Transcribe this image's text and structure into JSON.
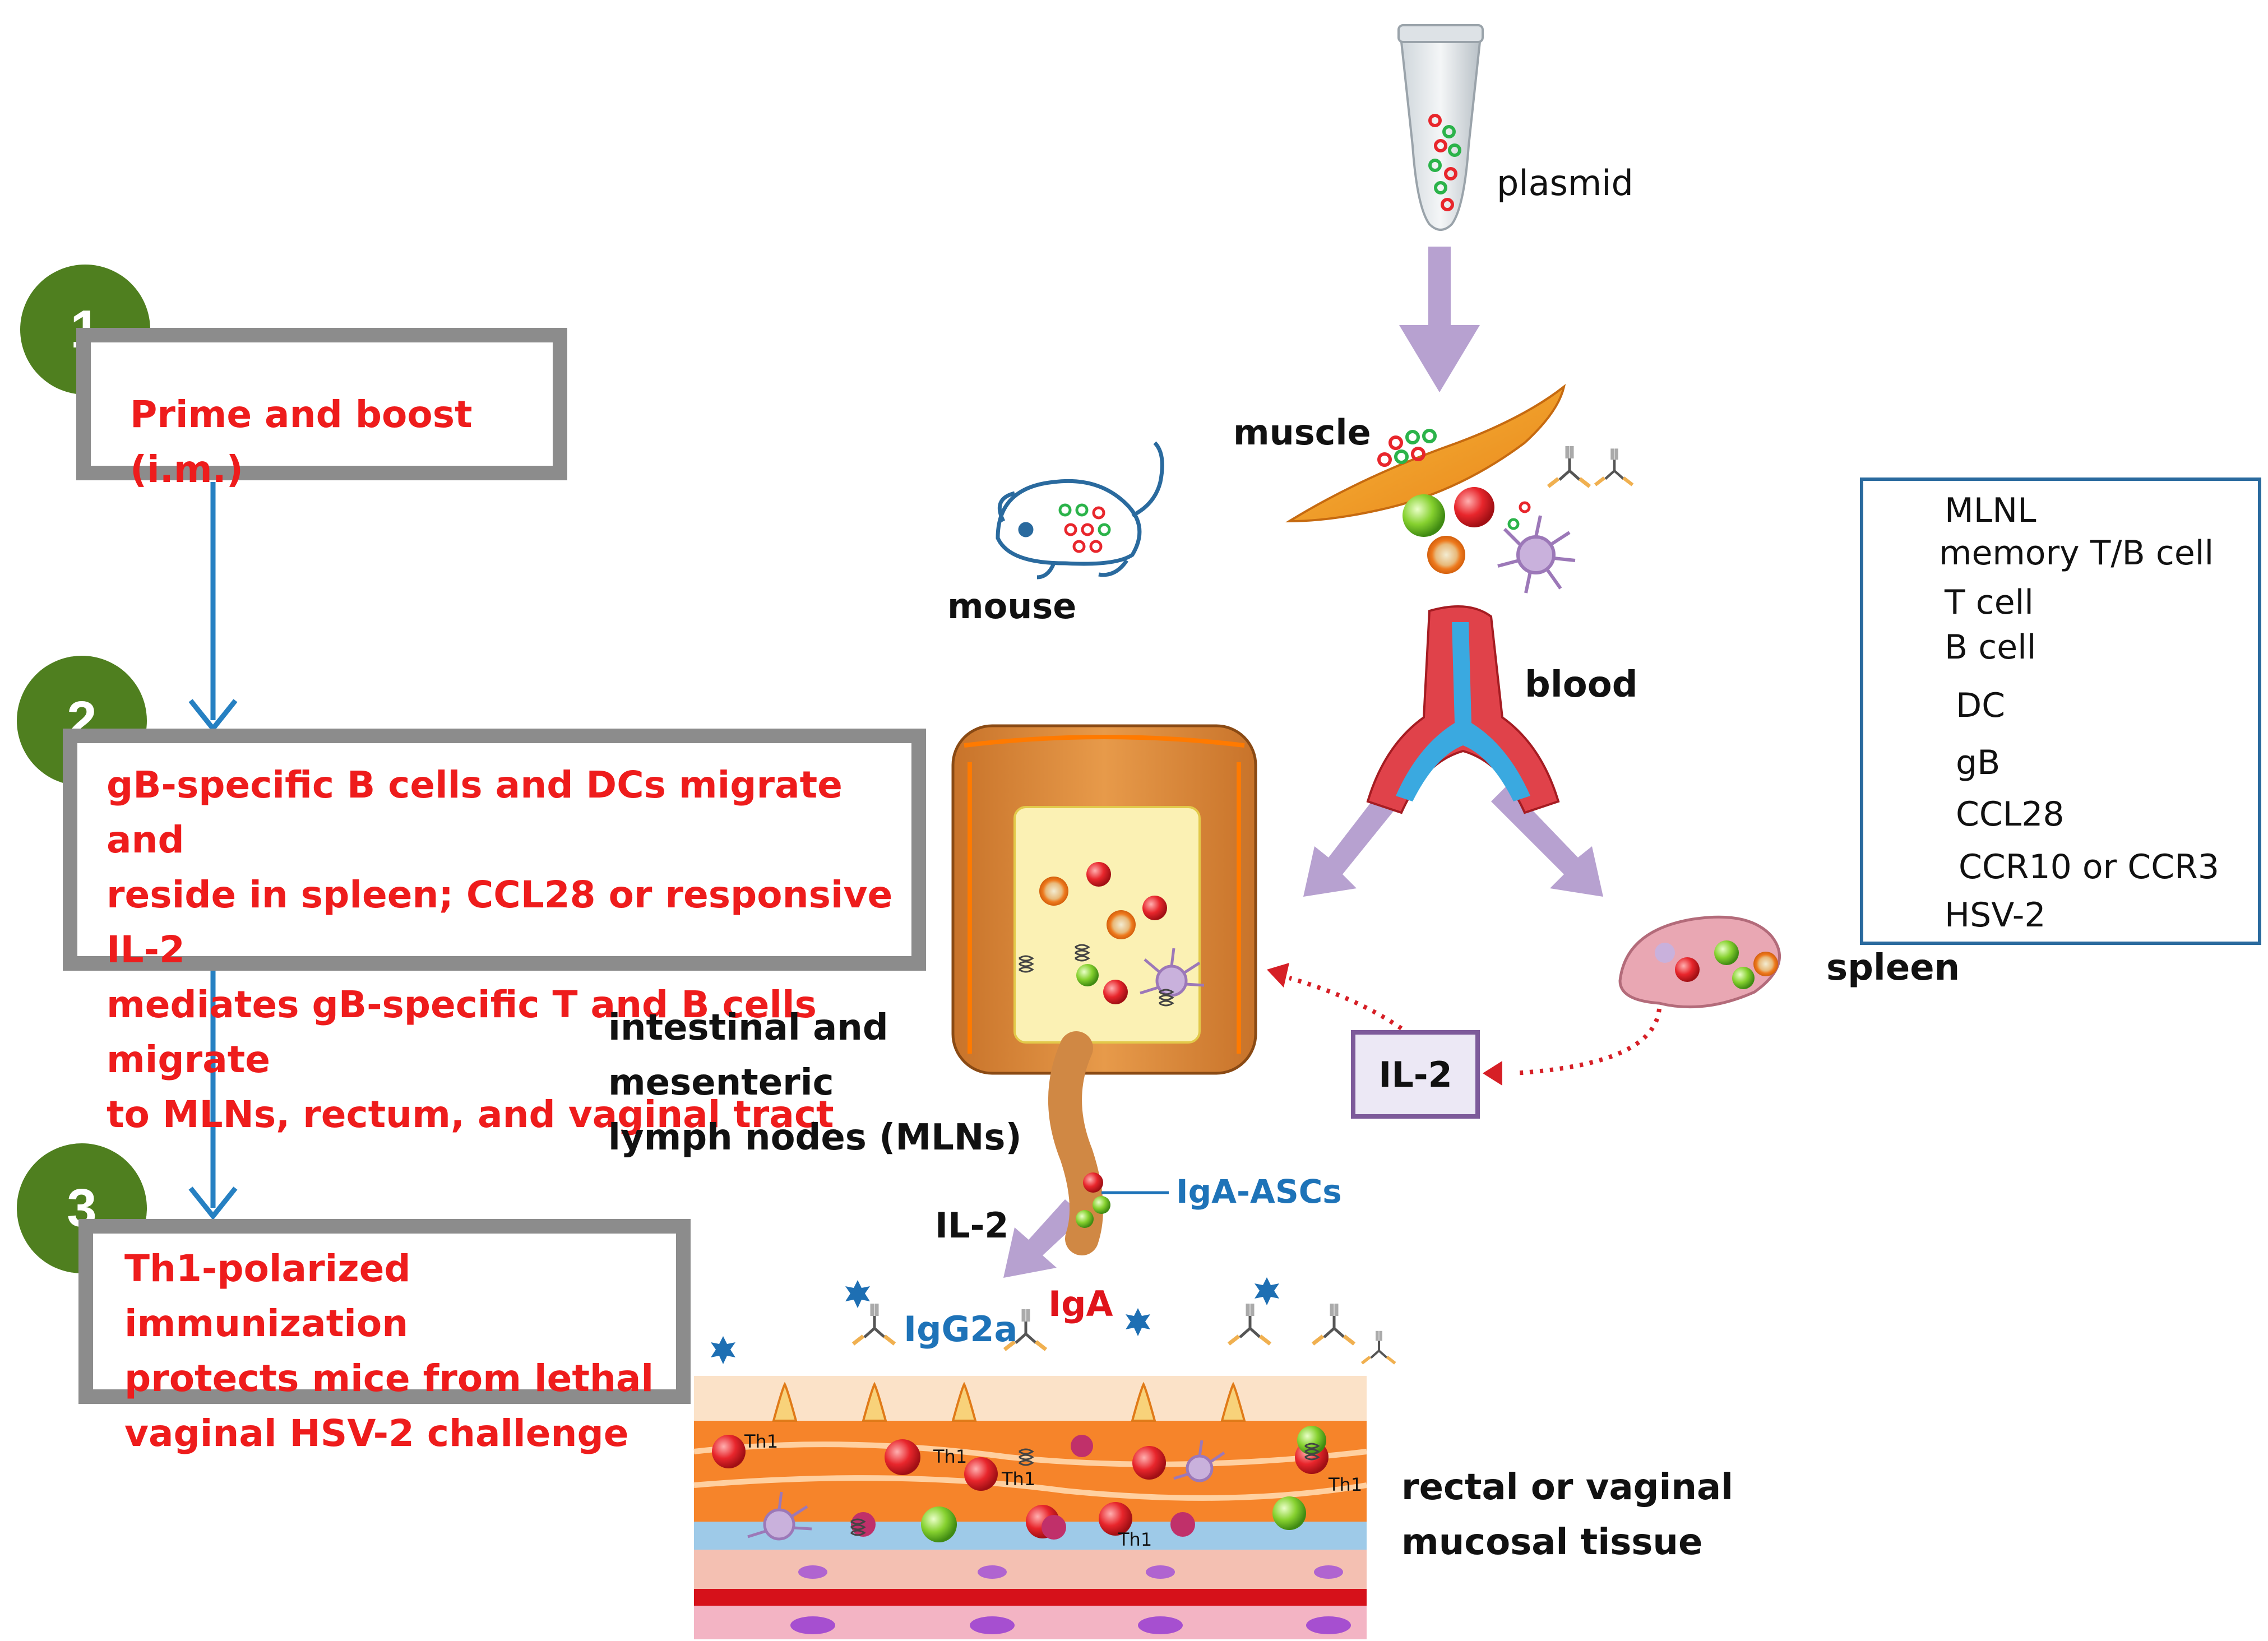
{
  "steps": [
    {
      "number": "1",
      "text": "Prime and boost (i.m.)"
    },
    {
      "number": "2",
      "text": "gB-specific B cells and DCs migrate and\nreside in spleen; CCL28 or responsive IL-2\nmediates  gB-specific T and B cells migrate\nto MLNs, rectum, and vaginal tract"
    },
    {
      "number": "3",
      "text": "Th1-polarized immunization\nprotects mice from lethal\nvaginal HSV-2 challenge"
    }
  ],
  "labels": {
    "plasmid": "plasmid",
    "muscle": "muscle",
    "mouse": "mouse",
    "blood": "blood",
    "spleen": "spleen",
    "intestinal": "intestinal and\nmesenteric\nlymph nodes (MLNs)",
    "il2_box": "IL-2",
    "il2_arrow": "IL-2",
    "iga_ascs": "IgA-ASCs",
    "igg2a": "IgG2a",
    "iga": "IgA",
    "mucosa": "rectal or vaginal\nmucosal tissue",
    "th1": "Th1"
  },
  "legend": [
    {
      "icon": "mlnl-icon",
      "label": "MLNL"
    },
    {
      "icon": "memory-cell-icon",
      "label": "memory T/B cell"
    },
    {
      "icon": "t-cell-icon",
      "label": "T cell"
    },
    {
      "icon": "b-cell-icon",
      "label": "B cell"
    },
    {
      "icon": "dc-icon",
      "label": "DC"
    },
    {
      "icon": "gb-icon",
      "label": "gB"
    },
    {
      "icon": "ccl28-icon",
      "label": "CCL28"
    },
    {
      "icon": "ccr-icon",
      "label": "CCR10 or CCR3"
    },
    {
      "icon": "hsv2-icon",
      "label": "HSV-2"
    }
  ],
  "colors": {
    "step_circle": "#4f7f1f",
    "step_text": "#ee1c1c",
    "flow_arrow": "#2680c2",
    "migration_arrow": "#b7a1d0",
    "il2_dotted": "#d61f26",
    "t_cell": "#e8262c",
    "b_cell": "#8ad23a",
    "legend_border": "#2a6a9e"
  }
}
